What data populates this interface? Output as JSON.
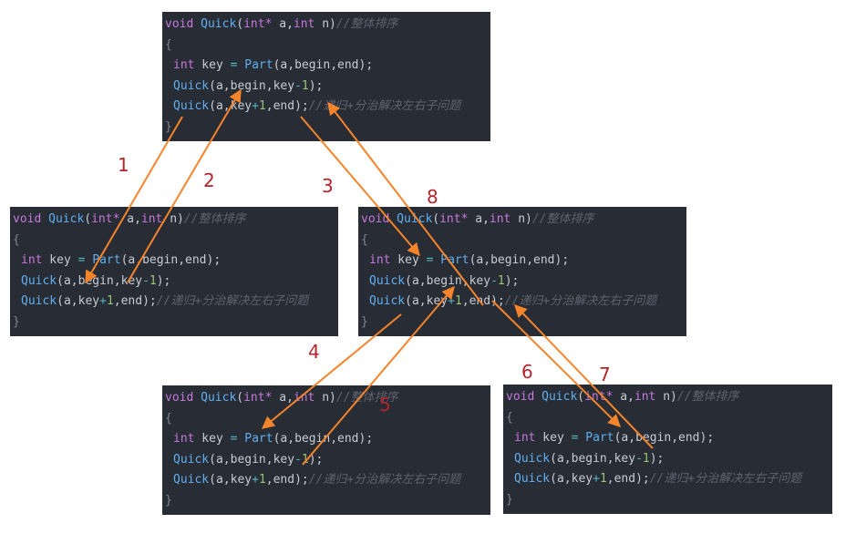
{
  "code": {
    "signature_void": "void",
    "signature_name": "Quick",
    "signature_params_open": "(",
    "signature_int1": "int",
    "signature_ptr": "*",
    "signature_a": " a,",
    "signature_int2": "int",
    "signature_n": " n)",
    "signature_comment": "//整体排序",
    "open_brace": "{",
    "line_key_int": "int",
    "line_key_rest1": " key ",
    "line_key_eq": "=",
    "line_key_space": " ",
    "line_key_part": "Part",
    "line_key_args": "(a,begin,end);",
    "line_left_quick": "Quick",
    "line_left_args1": "(a,begin,key",
    "line_left_minus": "-",
    "line_left_one": "1",
    "line_left_end": ");",
    "line_right_quick": "Quick",
    "line_right_args1": "(a,key",
    "line_right_plus": "+",
    "line_right_one": "1",
    "line_right_end": ",end);",
    "line_right_comment": "//递归+分治解决左右子问题",
    "close_brace": "}"
  },
  "step_labels": [
    "1",
    "2",
    "3",
    "4",
    "5",
    "6",
    "7",
    "8"
  ],
  "colors": {
    "code_background": "#282c34",
    "arrow": "#f5842b",
    "step_label": "#b3242b"
  }
}
